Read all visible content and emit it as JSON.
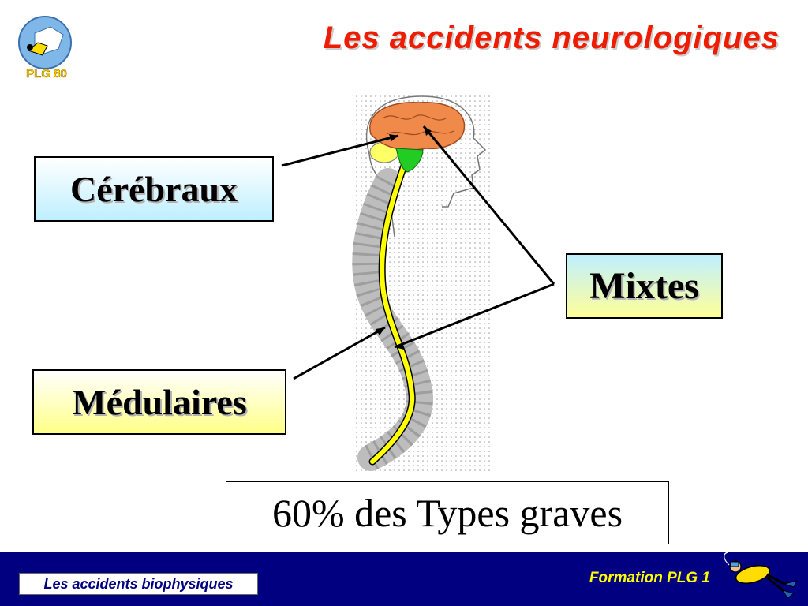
{
  "logo": {
    "text": "PLG 80",
    "icon": "diver-logo"
  },
  "slide": {
    "title": "Les accidents neurologiques"
  },
  "labels": {
    "cerebraux": "Cérébraux",
    "mixtes": "Mixtes",
    "medulaires": "Médulaires"
  },
  "stat": {
    "text": "60% des Types graves"
  },
  "footer": {
    "left": "Les accidents biophysiques",
    "right": "Formation PLG 1"
  },
  "colors": {
    "title": "#ee1c00",
    "footer_bg": "#000080",
    "footer_right_text": "#ffff00",
    "brain": "#f08a4b",
    "spinal_cord": "#ffff00",
    "brainstem": "#22cc22"
  }
}
